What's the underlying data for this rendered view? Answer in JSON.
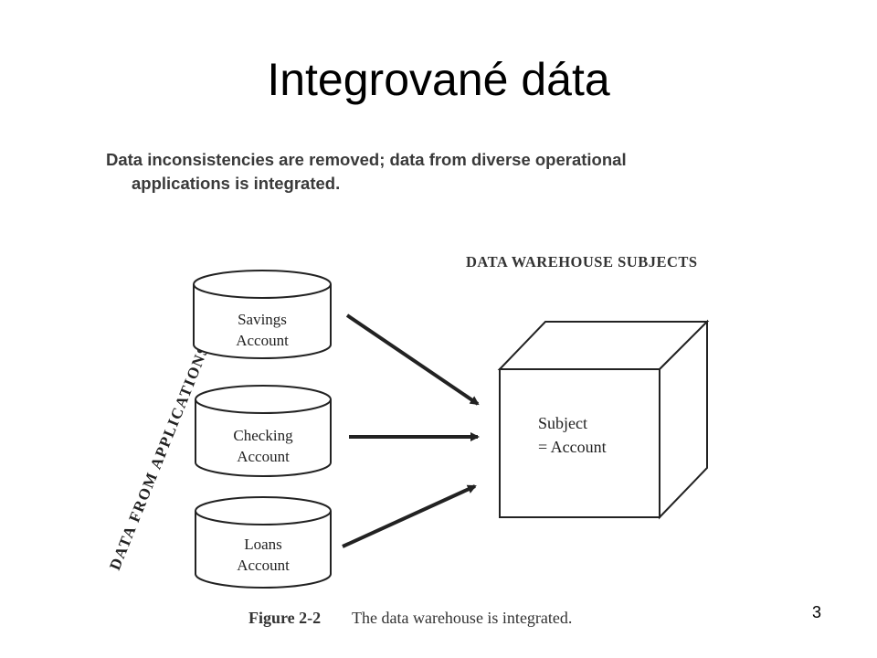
{
  "slide": {
    "title": "Integrované dáta",
    "subtitle_line1": "Data inconsistencies are removed; data from diverse operational",
    "subtitle_line2": "applications is integrated.",
    "page_number": "3"
  },
  "diagram": {
    "warehouse_heading": "DATA WAREHOUSE SUBJECTS",
    "side_label": "DATA   FROM   APPLICATIONS",
    "sources": [
      {
        "line1": "Savings",
        "line2": "Account"
      },
      {
        "line1": "Checking",
        "line2": "Account"
      },
      {
        "line1": "Loans",
        "line2": "Account"
      }
    ],
    "subject": {
      "line1": "Subject",
      "line2": "= Account"
    },
    "figure_label": "Figure 2-2",
    "figure_caption": "The data warehouse is integrated."
  }
}
